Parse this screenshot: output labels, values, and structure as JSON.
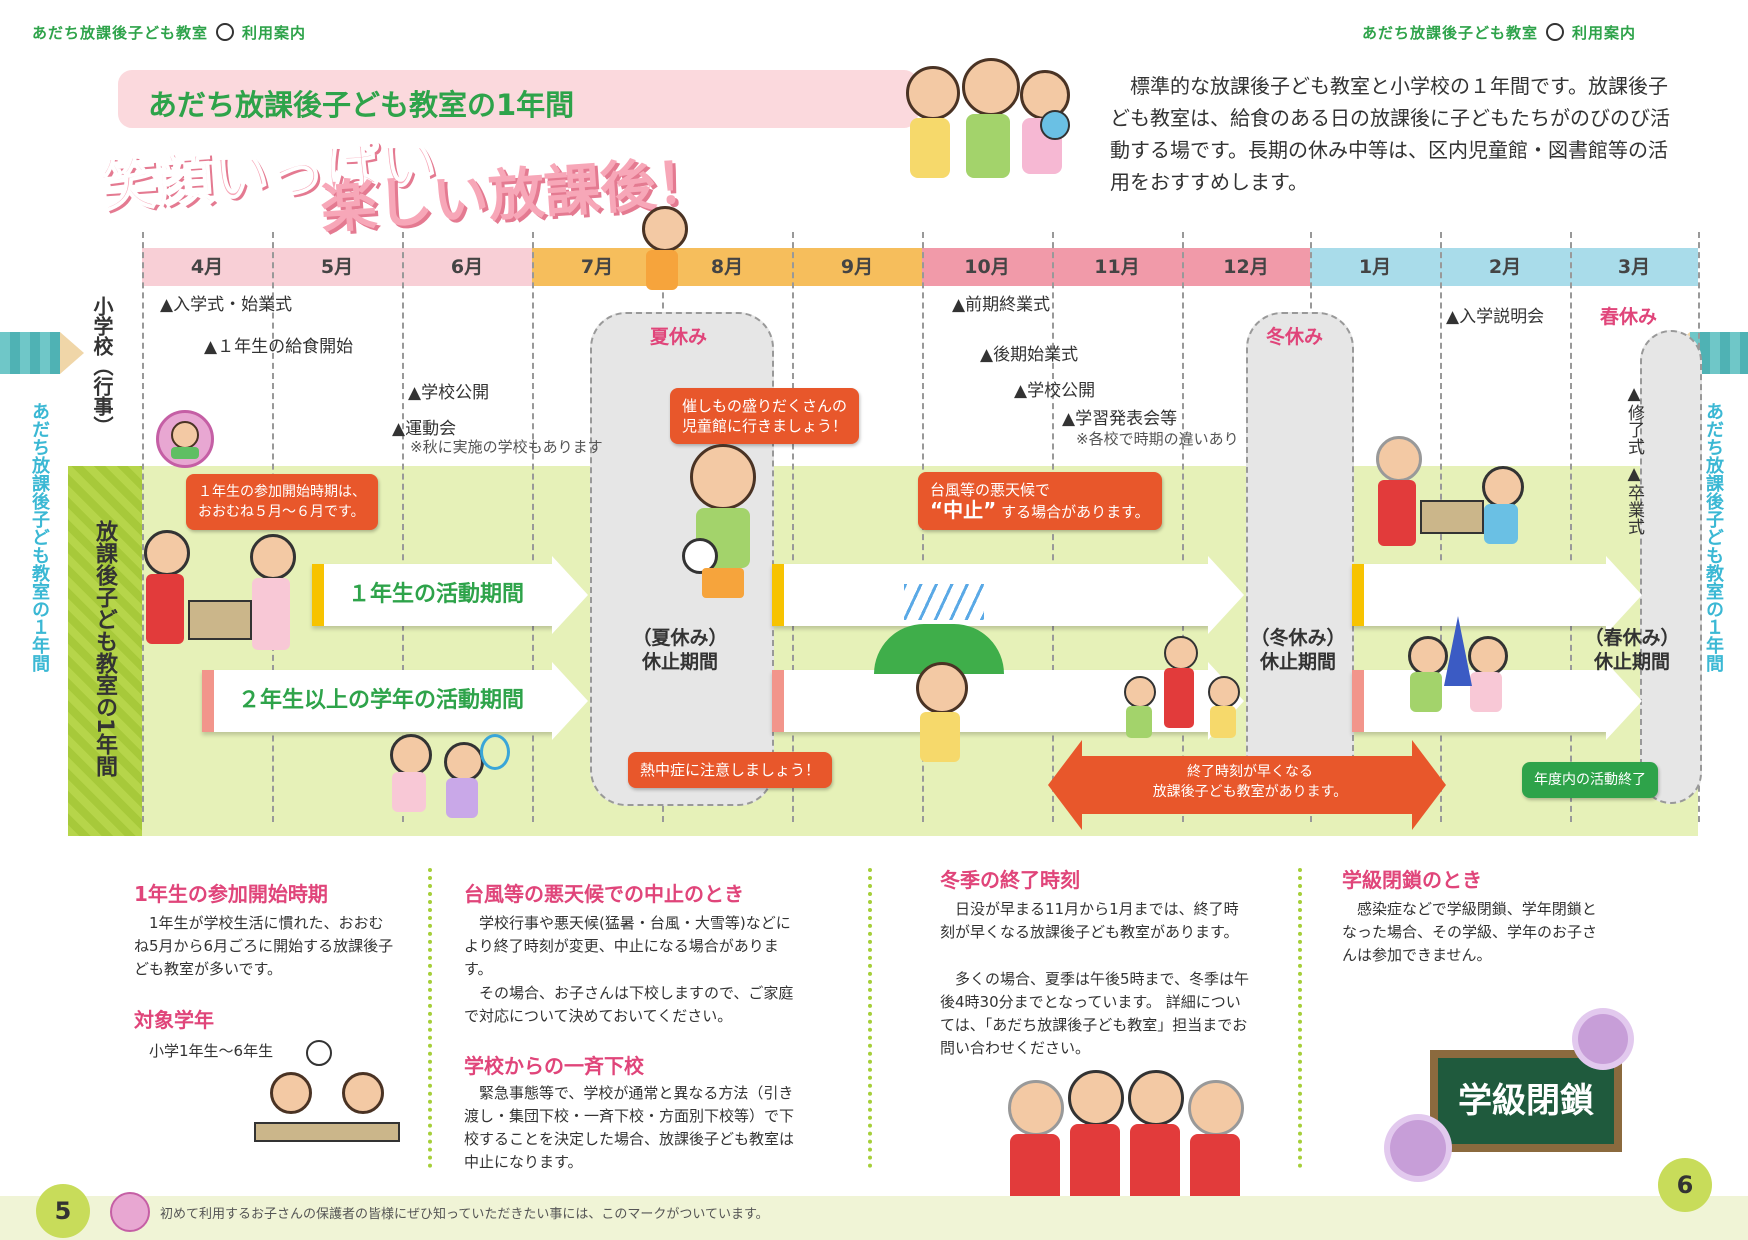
{
  "header": {
    "left_title": "あだち放課後子ども教室",
    "left_sub": "利用案内",
    "right_title": "あだち放課後子ども教室",
    "right_sub": "利用案内"
  },
  "title_band": "あだち放課後子ども教室の1年間",
  "catch_line1": "笑顔いっぱい",
  "catch_line2": "楽しい放課後！",
  "intro": "標準的な放課後子ども教室と小学校の１年間です。放課後子ども教室は、給食のある日の放課後に子どもたちがのびのび活動する場です。長期の休み中等は、区内児童館・図書館等の活用をおすすめします。",
  "months": [
    "4月",
    "5月",
    "6月",
    "7月",
    "8月",
    "9月",
    "10月",
    "11月",
    "12月",
    "1月",
    "2月",
    "3月"
  ],
  "colors": {
    "spring_pink": "#f8cfd6",
    "summer_orange": "#f6be5c",
    "autumn_pink": "#f19aa9",
    "winter_blue": "#a9dcea",
    "accent_green": "#2ea34a",
    "title_pink": "#e0457a"
  },
  "row_labels": {
    "school": "小学校（行事）",
    "classroom": "放課後子ども教室の1年間",
    "side_vertical_left": "あだち放課後子ども教室の１年間",
    "side_vertical_right": "あだち放課後子ども教室の１年間"
  },
  "events": {
    "e1": "▲入学式・始業式",
    "e2": "▲１年生の給食開始",
    "e3": "▲学校公開",
    "e4": "▲運動会",
    "e4_note": "※秋に実施の学校もあります",
    "e5": "▲前期終業式",
    "e6": "▲後期始業式",
    "e7": "▲学校公開",
    "e8": "▲学習発表会等",
    "e8_note": "※各校で時期の違いあり",
    "e9": "▲入学説明会",
    "e10": "▲修了式",
    "e11": "▲卒業式"
  },
  "vacations": {
    "summer": "夏休み",
    "winter": "冬休み",
    "spring": "春休み",
    "summer_rest_1": "（夏休み）",
    "summer_rest_2": "休止期間",
    "winter_rest_1": "（冬休み）",
    "winter_rest_2": "休止期間",
    "spring_rest_1": "（春休み）",
    "spring_rest_2": "休止期間"
  },
  "arrows": {
    "first_grade": "１年生の活動期間",
    "second_up": "２年生以上の学年の活動期間"
  },
  "bubbles": {
    "start_1": "１年生の参加開始時期は、",
    "start_2": "おおむね５月〜６月です。",
    "jidokan_1": "催しもの盛りだくさんの",
    "jidokan_2": "児童館に行きましょう！",
    "heat": "熱中症に注意しましょう！",
    "typhoon_1": "台風等の悪天候で",
    "typhoon_2a": "“中止”",
    "typhoon_2b": "する場合があります。",
    "early_1": "終了時刻が早くなる",
    "early_2": "放課後子ども教室があります。",
    "end": "年度内の活動終了"
  },
  "sections": {
    "s1_h": "1年生の参加開始時期",
    "s1_p": "1年生が学校生活に慣れた、おおむね5月から6月ごろに開始する放課後子ども教室が多いです。",
    "s2_h": "対象学年",
    "s2_p": "小学1年生〜6年生",
    "s3_h": "台風等の悪天候での中止のとき",
    "s3_p1": "学校行事や悪天候(猛暑・台風・大雪等)などにより終了時刻が変更、中止になる場合があります。",
    "s3_p2": "その場合、お子さんは下校しますので、ご家庭で対応について決めておいてください。",
    "s4_h": "学校からの一斉下校",
    "s4_p": "緊急事態等で、学校が通常と異なる方法（引き渡し・集団下校・一斉下校・方面別下校等）で下校することを決定した場合、放課後子ども教室は中止になります。",
    "s5_h": "冬季の終了時刻",
    "s5_p1": "日没が早まる11月から1月までは、終了時刻が早くなる放課後子ども教室があります。",
    "s5_p2": "多くの場合、夏季は午後5時まで、冬季は午後4時30分までとなっています。 詳細については、「あだち放課後子ども教室」担当までお問い合わせください。",
    "s6_h": "学級閉鎖のとき",
    "s6_p": "感染症などで学級閉鎖、学年閉鎖となった場合、その学級、学年のお子さんは参加できません。",
    "blackboard": "学級閉鎖"
  },
  "footer": {
    "page_left": "5",
    "page_right": "6",
    "note": "初めて利用するお子さんの保護者の皆様にぜひ知っていただきたい事には、このマークがついています。"
  }
}
